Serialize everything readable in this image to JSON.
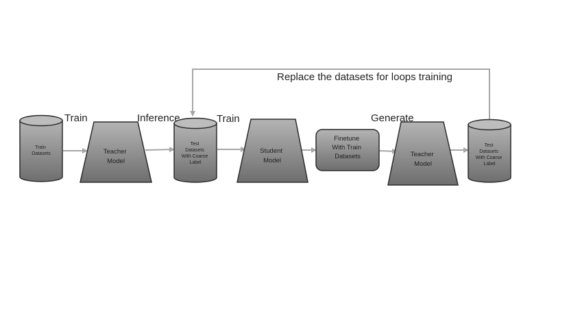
{
  "nodes": {
    "train_datasets": [
      "Train",
      "Datasets"
    ],
    "teacher_model_1": [
      "Teacher",
      "Model"
    ],
    "test_datasets_1": [
      "Test",
      "Datasets",
      "With Coarse",
      "Label"
    ],
    "student_model": [
      "Student",
      "Model"
    ],
    "finetune": [
      "Finetune",
      "With Train",
      "Datasets"
    ],
    "teacher_model_2": [
      "Teacher",
      "Model"
    ],
    "test_datasets_2": [
      "Test",
      "Datasets",
      "With Coarse",
      "Label"
    ]
  },
  "edge_labels": {
    "train_1": "Train",
    "inference": "Inference",
    "train_2": "Train",
    "generate": "Generate",
    "loop": "Replace the datasets for loops training"
  },
  "colors": {
    "fill_light": "#b4b4b4",
    "fill_dark": "#6e6e6e",
    "stroke": "#2b2b2b",
    "arrow": "#a6a6a6",
    "cylinder_top": "#bdbdbd"
  }
}
